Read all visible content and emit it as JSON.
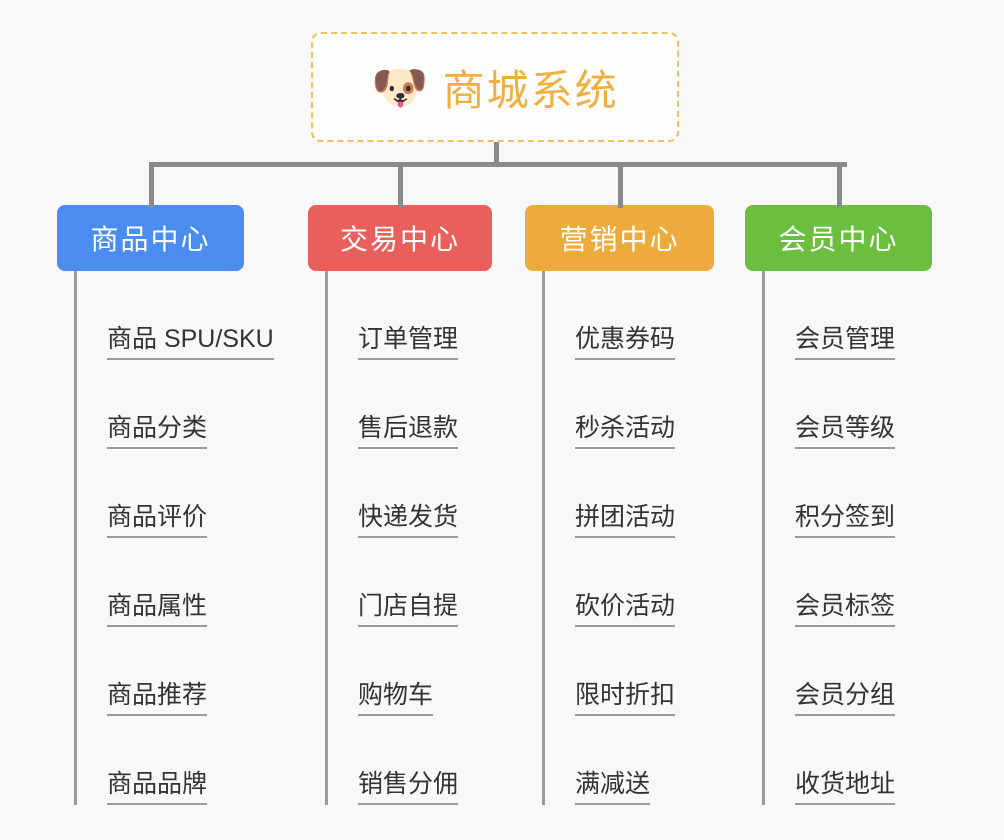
{
  "diagram": {
    "type": "org-chart",
    "background_color": "#f8f8f8",
    "connector_color": "#8a8a8a",
    "root": {
      "title": "商城系统",
      "icon": "shiba-dog-face-emoji",
      "icon_glyph": "🐶",
      "border_color": "#f0bf60",
      "text_color": "#f0b040",
      "background_color": "#fdfdfc"
    },
    "branches": [
      {
        "id": "product-center",
        "label": "商品中心",
        "color": "#4a8cf0",
        "items": [
          "商品 SPU/SKU",
          "商品分类",
          "商品评价",
          "商品属性",
          "商品推荐",
          "商品品牌"
        ]
      },
      {
        "id": "trade-center",
        "label": "交易中心",
        "color": "#e95f5c",
        "items": [
          "订单管理",
          "售后退款",
          "快递发货",
          "门店自提",
          "购物车",
          "销售分佣"
        ]
      },
      {
        "id": "marketing-center",
        "label": "营销中心",
        "color": "#eeab3d",
        "items": [
          "优惠券码",
          "秒杀活动",
          "拼团活动",
          "砍价活动",
          "限时折扣",
          "满减送"
        ]
      },
      {
        "id": "member-center",
        "label": "会员中心",
        "color": "#6cbe3f",
        "items": [
          "会员管理",
          "会员等级",
          "积分签到",
          "会员标签",
          "会员分组",
          "收货地址"
        ]
      }
    ]
  }
}
